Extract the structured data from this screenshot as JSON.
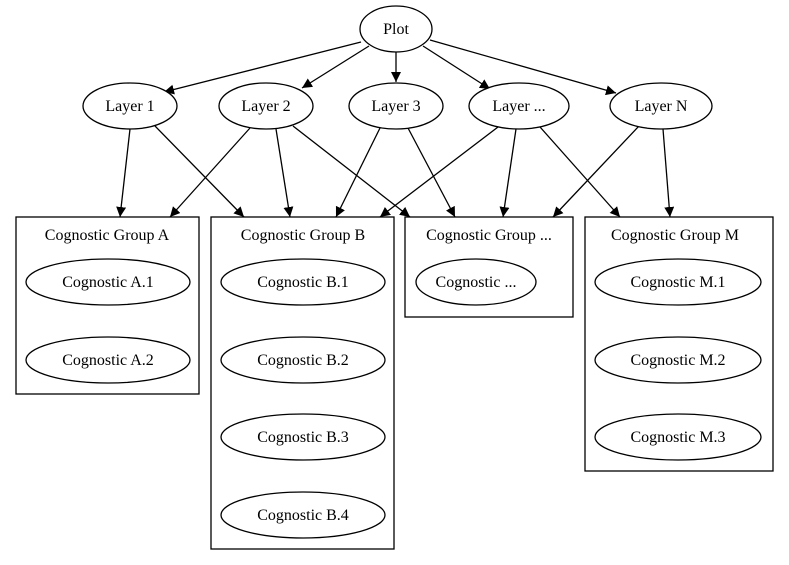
{
  "diagram": {
    "root": {
      "id": "plot",
      "label": "Plot"
    },
    "layers": [
      {
        "id": "layer1",
        "label": "Layer 1"
      },
      {
        "id": "layer2",
        "label": "Layer 2"
      },
      {
        "id": "layer3",
        "label": "Layer 3"
      },
      {
        "id": "layerdots",
        "label": "Layer ..."
      },
      {
        "id": "layerN",
        "label": "Layer N"
      }
    ],
    "groups": [
      {
        "id": "groupA",
        "label": "Cognostic Group A",
        "items": [
          "Cognostic A.1",
          "Cognostic A.2"
        ]
      },
      {
        "id": "groupB",
        "label": "Cognostic Group B",
        "items": [
          "Cognostic B.1",
          "Cognostic B.2",
          "Cognostic B.3",
          "Cognostic B.4"
        ]
      },
      {
        "id": "groupDots",
        "label": "Cognostic Group ...",
        "items": [
          "Cognostic ..."
        ]
      },
      {
        "id": "groupM",
        "label": "Cognostic Group M",
        "items": [
          "Cognostic M.1",
          "Cognostic M.2",
          "Cognostic M.3"
        ]
      }
    ],
    "edges": [
      [
        "plot",
        "layer1"
      ],
      [
        "plot",
        "layer2"
      ],
      [
        "plot",
        "layer3"
      ],
      [
        "plot",
        "layerdots"
      ],
      [
        "plot",
        "layerN"
      ],
      [
        "layer1",
        "groupA"
      ],
      [
        "layer1",
        "groupB"
      ],
      [
        "layer2",
        "groupA"
      ],
      [
        "layer2",
        "groupB"
      ],
      [
        "layer2",
        "groupDots"
      ],
      [
        "layer3",
        "groupB"
      ],
      [
        "layer3",
        "groupDots"
      ],
      [
        "layerdots",
        "groupB"
      ],
      [
        "layerdots",
        "groupDots"
      ],
      [
        "layerdots",
        "groupM"
      ],
      [
        "layerN",
        "groupDots"
      ],
      [
        "layerN",
        "groupM"
      ]
    ]
  }
}
